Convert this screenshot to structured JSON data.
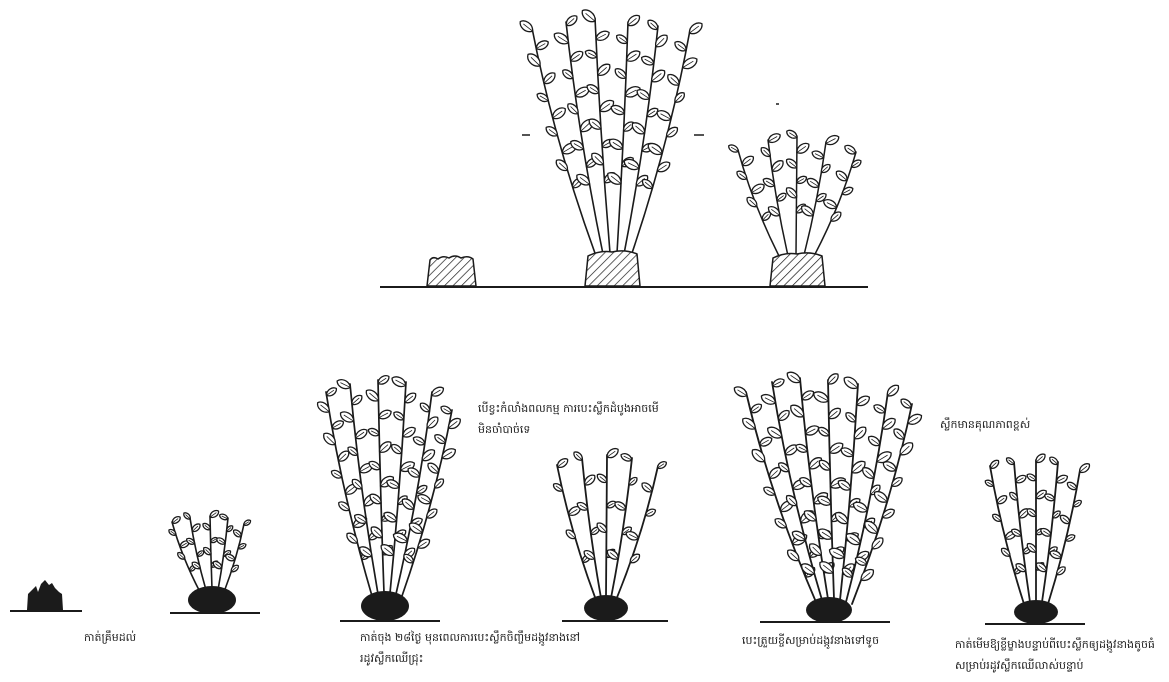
{
  "colors": {
    "ink": "#1b1b1b",
    "leaf_fill": "#ffffff",
    "soil": "#1b1b1b",
    "background": "#ffffff"
  },
  "captions": {
    "stump": "កាត់គ្រឹមដល់",
    "day28_line1": "កាត់ចុង ២៨ថ្ងៃ មុនពេលការបេះស្លឹកចិញ្ចឹមដង្កូវនាងនៅ",
    "day28_line2": "រដូវស្លឹកឈើជ្រុះ",
    "first_leaves_line1": "បើខ្វះកំលាំងពលកម្ម ការបេះស្លឹកដំបូងអាចមើ",
    "first_leaves_line2": "មិនចាំបាច់ទេ",
    "excellent": "ស្លឹកមានគុណភាពខ្ពស់",
    "many_shoots": "បេះត្រួយខ្ចីសម្រាប់ដង្កូវនាងទៅទូច",
    "final_line1": "កាត់មើមឱ្យខ្លីម្ខាងបន្ទាប់ពីបេះស្លឹកឲ្យដង្កូវនាងតូចធំ",
    "final_line2": "សម្រាប់រដូវស្លឹកឈើលាស់បន្ទាប់"
  }
}
